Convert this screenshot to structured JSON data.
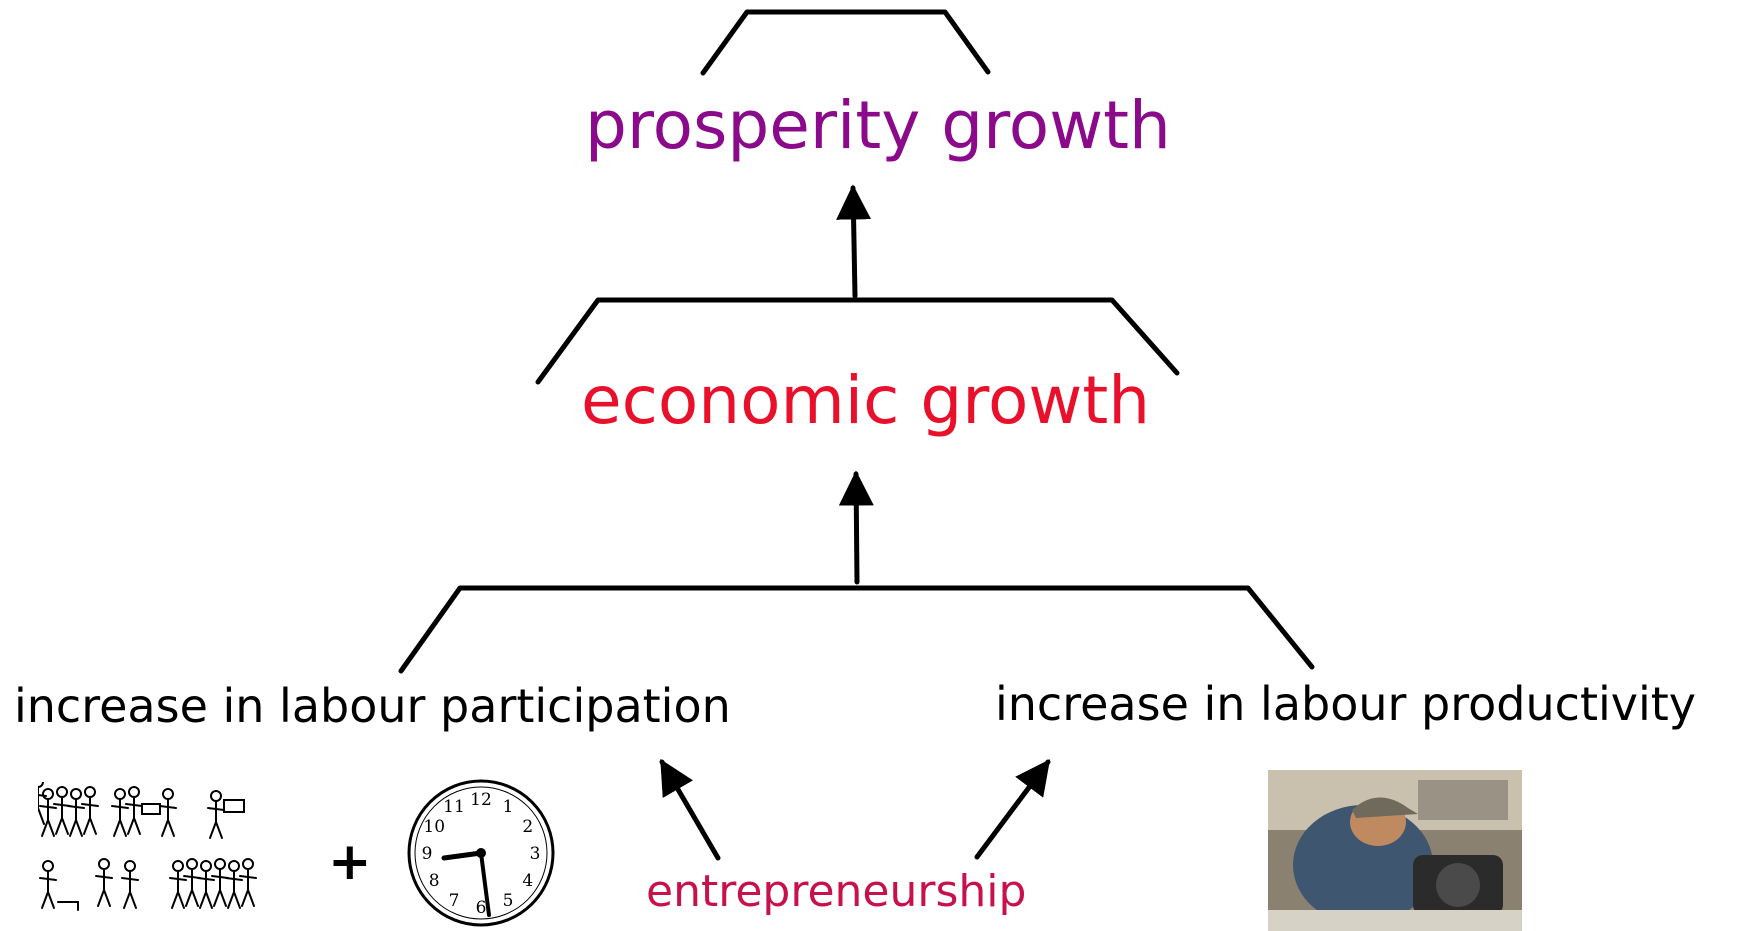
{
  "diagram": {
    "top_node": {
      "label": "prosperity growth",
      "color": "#8b0a8b"
    },
    "middle_node": {
      "label": "economic growth",
      "color": "#e8102a"
    },
    "left_node": {
      "label": "increase in labour participation",
      "color": "#000000"
    },
    "right_node": {
      "label": "increase in labour productivity",
      "color": "#000000"
    },
    "driver_node": {
      "label": "entrepreneurship",
      "color": "#c8104a"
    },
    "plus_sign": "+",
    "clock_numbers": [
      "12",
      "1",
      "2",
      "3",
      "4",
      "5",
      "6",
      "7",
      "8",
      "9",
      "10",
      "11"
    ]
  }
}
